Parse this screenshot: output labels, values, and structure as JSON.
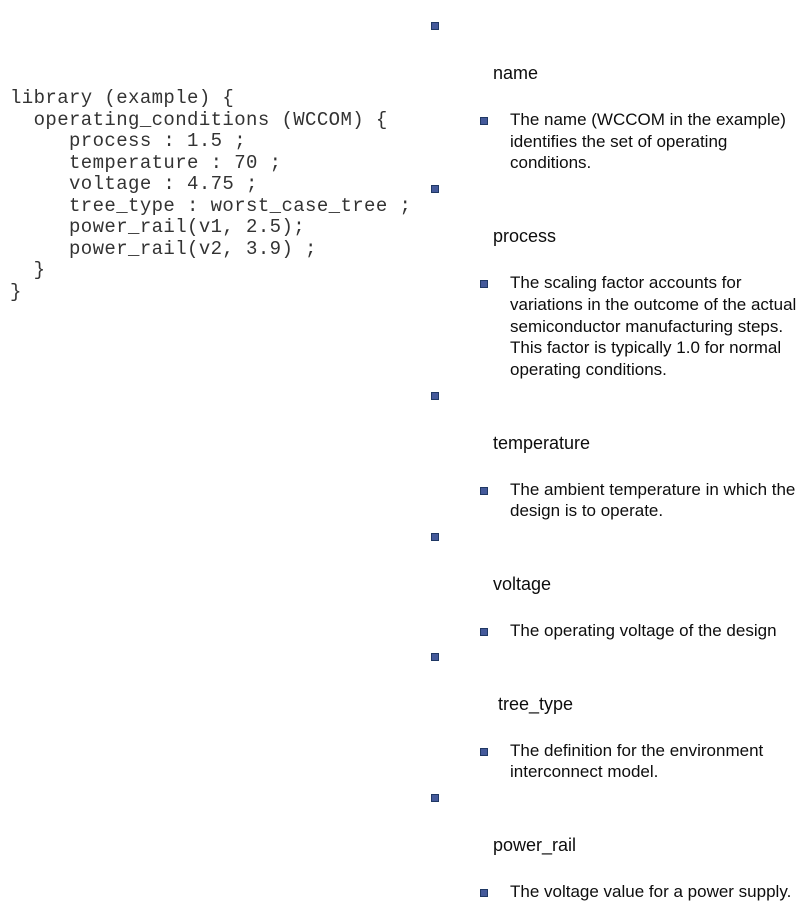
{
  "colors": {
    "bullet_fill": "#44599A",
    "bullet_border": "#1F3864",
    "code_text": "#333333",
    "body_text": "#0d0d0d",
    "background": "#ffffff"
  },
  "code_block": {
    "language": "liberty",
    "lines": [
      "library (example) {",
      "  operating_conditions (WCCOM) {",
      "     process : 1.5 ;",
      "     temperature : 70 ;",
      "     voltage : 4.75 ;",
      "     tree_type : worst_case_tree ;",
      "     power_rail(v1, 2.5);",
      "     power_rail(v2, 3.9) ;",
      "  }",
      "}"
    ]
  },
  "definitions": {
    "items": [
      {
        "term": "name",
        "description_lines": [
          "The name (WCCOM in the example)",
          "identifies the set of operating",
          "conditions."
        ]
      },
      {
        "term": "process",
        "description_lines": [
          "The scaling factor accounts for",
          "variations in the outcome of the actual",
          "semiconductor manufacturing steps.",
          "This factor is typically 1.0 for normal",
          "operating conditions."
        ]
      },
      {
        "term": "temperature",
        "description_lines": [
          "The ambient temperature in which the",
          "design is to operate."
        ]
      },
      {
        "term": "voltage",
        "description_lines": [
          "The operating voltage of the design"
        ]
      },
      {
        "term": " tree_type",
        "description_lines": [
          "The definition for the environment",
          "interconnect model."
        ]
      },
      {
        "term": "power_rail",
        "description_lines": [
          "The voltage value for a power supply."
        ]
      }
    ]
  }
}
